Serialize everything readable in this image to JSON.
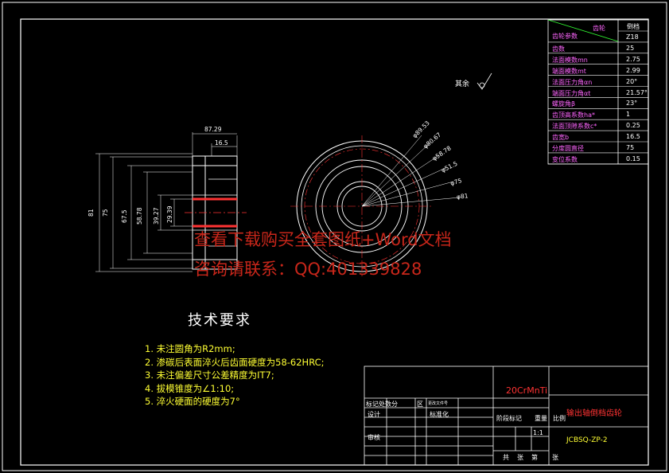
{
  "params": {
    "header_corner_top": "齿轮",
    "header_corner_bottom": "齿轮参数",
    "header_right": "倒档",
    "rows": [
      {
        "label": "",
        "value": "Z18"
      },
      {
        "label": "齿数",
        "value": "25"
      },
      {
        "label": "法面模数mn",
        "value": "2.75"
      },
      {
        "label": "端面模数mt",
        "value": "2.99"
      },
      {
        "label": "法面压力角αn",
        "value": "20°"
      },
      {
        "label": "端面压力角αt",
        "value": "21.57°"
      },
      {
        "label": "螺旋角β",
        "value": "23°"
      },
      {
        "label": "齿顶高系数ha*",
        "value": "1"
      },
      {
        "label": "法面顶隙系数c*",
        "value": "0.25"
      },
      {
        "label": "齿宽b",
        "value": "16.5"
      },
      {
        "label": "分度圆直径",
        "value": "75"
      },
      {
        "label": "变位系数",
        "value": "0.15"
      }
    ]
  },
  "roughness_label": "其余",
  "dims_section": {
    "top1": "87.29",
    "top2": "16.5",
    "v1": "81",
    "v2": "75",
    "v3": "67.5",
    "v4": "58.78",
    "v5": "39.27",
    "v6": "29.39"
  },
  "dims_circle": [
    "φ89.53",
    "φ80.67",
    "φ58.78",
    "φ51.5",
    "φ75",
    "φ81"
  ],
  "watermark": {
    "line1": "查看下载购买全套图纸+Word文档",
    "line2": "咨询请联系：QQ:401339828"
  },
  "tech": {
    "title": "技术要求",
    "items": [
      "1. 未注圆角为R2mm;",
      "2. 渗碳后表面淬火后齿面硬度为58-62HRC;",
      "3. 未注偏差尺寸公差精度为IT7;",
      "4. 拔模锥度为∠1:10;",
      "5. 淬火硬面的硬度为7°"
    ]
  },
  "title_block": {
    "material": "20CrMnTi",
    "part_name": "输出轴倒档齿轮",
    "drawing_no": "JCBSQ-ZP-2",
    "scale": "1:1",
    "labels": {
      "mark": "标记处数分",
      "zone": "区",
      "sign": "更改文件号",
      "design": "设计",
      "std": "标准化",
      "stage": "阶段标记",
      "weight": "重量",
      "ratio": "比例",
      "audit": "审核",
      "total": "共",
      "sheets": "张",
      "page": "第",
      "sheet2": "张"
    }
  }
}
